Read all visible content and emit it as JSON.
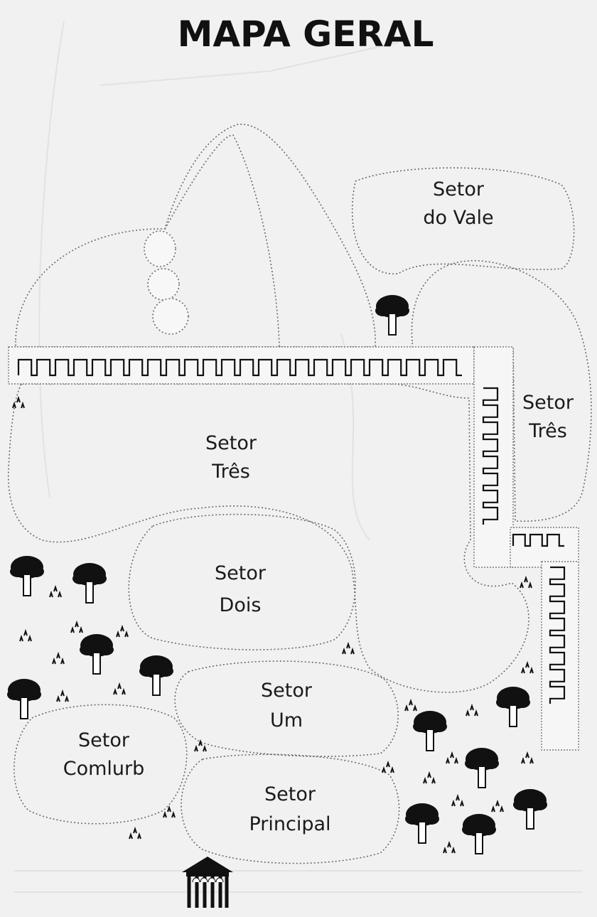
{
  "title": "MAPA GERAL",
  "sectors": {
    "vale": {
      "line1": "Setor",
      "line2": "do Vale"
    },
    "tres_east": {
      "line1": "Setor",
      "line2": "Três"
    },
    "tres_main": {
      "line1": "Setor",
      "line2": "Três"
    },
    "dois": {
      "line1": "Setor",
      "line2": "Dois"
    },
    "um": {
      "line1": "Setor",
      "line2": "Um"
    },
    "comlurb": {
      "line1": "Setor",
      "line2": "Comlurb"
    },
    "principal": {
      "line1": "Setor",
      "line2": "Principal"
    }
  },
  "icons": {
    "tree": "tree-icon",
    "shrub": "shrub-icon",
    "entrance": "entrance-gate-icon"
  }
}
